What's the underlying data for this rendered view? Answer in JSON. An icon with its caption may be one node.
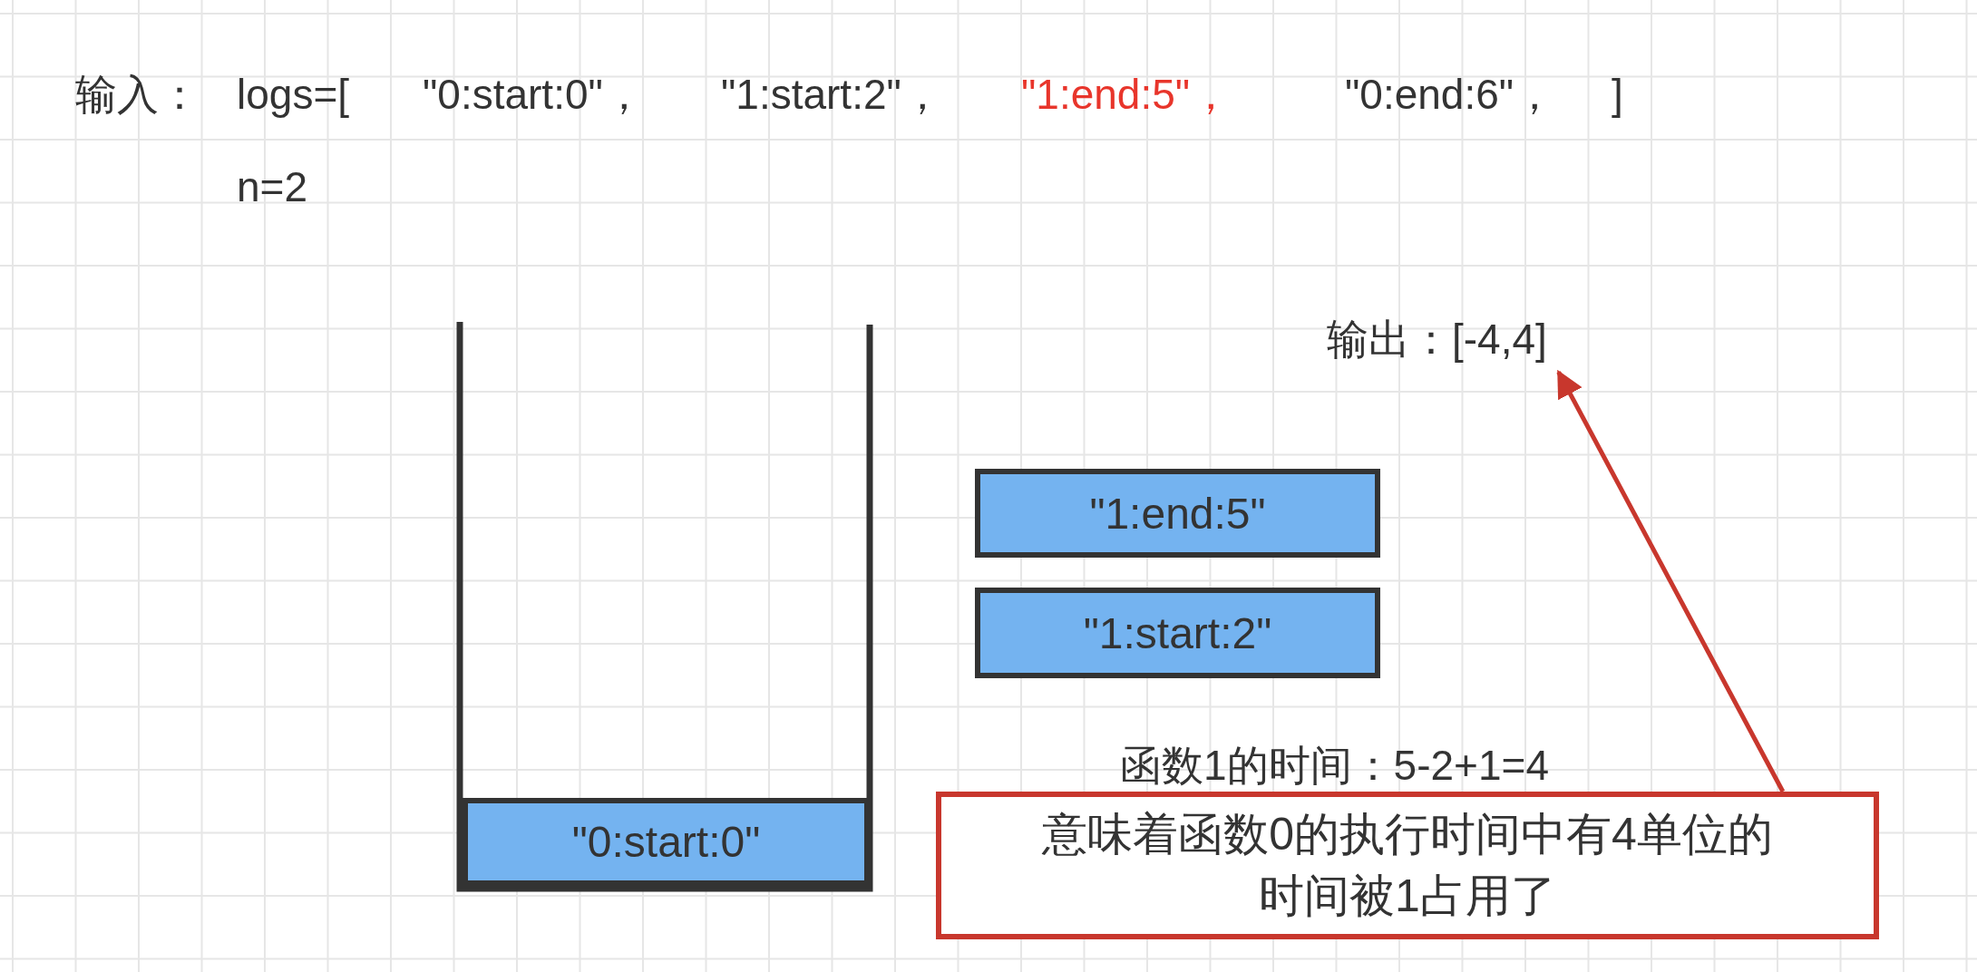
{
  "diagram": {
    "nodes": [
      {
        "text": [
          "\"1:end:5\""
        ]
      },
      {
        "text": [
          "\"1:start:2\""
        ]
      },
      {
        "text": [
          "\"0:start:0\""
        ]
      },
      {
        "text": [
          "意味着函数0的执行时间中有4单位的时间被1占用了"
        ]
      },
      {
        "text": [
          "输出：[-4,4]"
        ]
      }
    ],
    "edges": [
      {
        "from": 3,
        "to": 4,
        "arrow": "to",
        "color": "#c8372d"
      }
    ],
    "labels": [
      "输入：",
      "logs=[",
      "\"0:start:0\"，",
      "\"1:start:2\"，",
      "\"1:end:5\"，",
      "\"0:end:6\"，",
      "]",
      "n=2",
      "函数1的时间：5-2+1=4"
    ]
  }
}
